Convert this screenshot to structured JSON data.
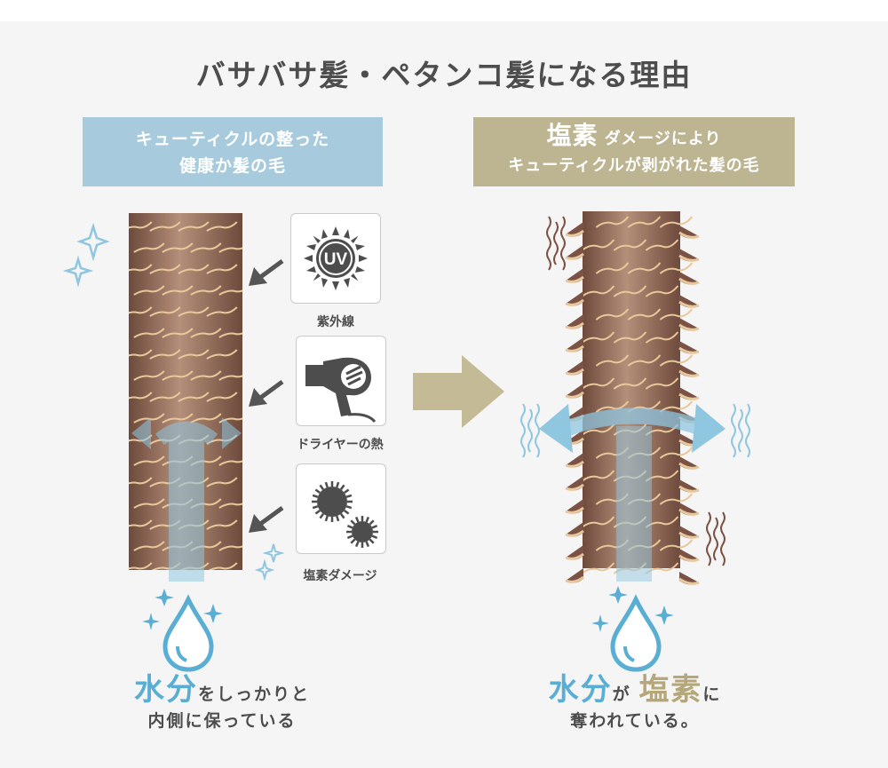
{
  "title": "バサバサ髪・ペタンコ髪になる理由",
  "left": {
    "label_line1": "キューティクルの整った",
    "label_line2": "健康か髪の毛",
    "caption_em": "水分",
    "caption_rest": "をしっかりと",
    "caption_line2": "内側に保っている"
  },
  "right": {
    "label_em": "塩素",
    "label_rest": " ダメージにより",
    "label_line2": "キューティクルが剥がれた髪の毛",
    "caption_em1": "水分",
    "caption_mid": "が",
    "caption_em2": "塩素",
    "caption_tail": "に",
    "caption_line2": "奪われている。"
  },
  "causes": [
    {
      "label": "紫外線",
      "icon": "uv-sun-icon",
      "badge": "UV"
    },
    {
      "label": "ドライヤーの熱",
      "icon": "hair-dryer-icon"
    },
    {
      "label": "塩素ダメージ",
      "icon": "chlorine-particles-icon"
    }
  ],
  "colors": {
    "hair_dark": "#7b5344",
    "hair_light": "#b08a73",
    "cuticle": "#e8c79a",
    "water": "#8fc6e0",
    "arrow_tan": "#c4bb96",
    "label_blue": "#a7cbdc",
    "label_tan": "#bdb491"
  }
}
